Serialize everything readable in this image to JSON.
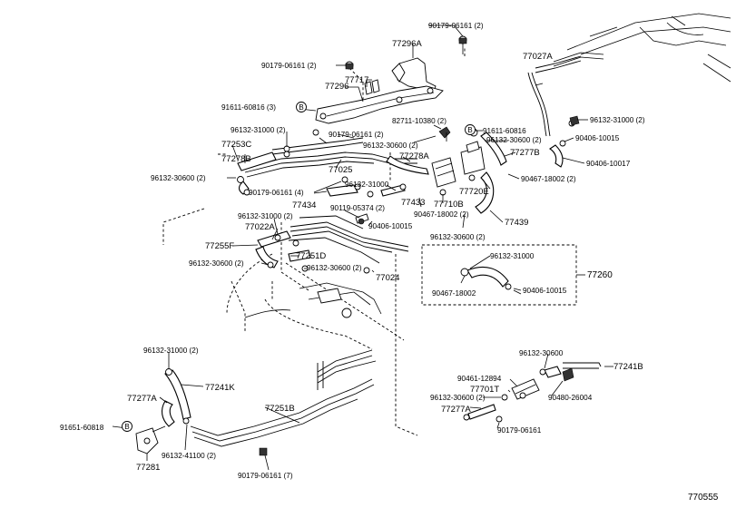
{
  "diagram_id": "770555",
  "labels": {
    "p90179_06161_2_top": "90179-06161 (2)",
    "p77296A": "77296A",
    "p90179_06161_2_left": "90179-06161 (2)",
    "p77717": "77717",
    "p77296": "77296",
    "p91611_60816_3": "91611-60816 (3)",
    "p96132_31000_2_a": "96132-31000 (2)",
    "p77253C": "77253C",
    "p77278B": "77278B",
    "p96132_30600_2_a": "96132-30600 (2)",
    "p90179_06161_2_mid": "90179-06161 (2)",
    "p77025": "77025",
    "p90179_06161_4": "90179-06161 (4)",
    "p77434": "77434",
    "p96132_31000_b": "96132-31000",
    "p90119_05374_2": "90119-05374 (2)",
    "p90406_10015_a": "90406-10015",
    "p96132_31000_2_b": "96132-31000 (2)",
    "p77022A": "77022A",
    "p77255F": "77255F",
    "p77251D": "77251D",
    "p96132_30600_2_b": "96132-30600 (2)",
    "p96132_30600_2_c": "96132-30600 (2)",
    "p77024": "77024",
    "p82711_10380_2": "82711-10380 (2)",
    "p96132_30600_2_d": "96132-30600 (2)",
    "p77278A": "77278A",
    "p91611_60816": "91611-60816",
    "p96132_30600_2_e": "96132-30600 (2)",
    "p77433": "77433",
    "p77710B": "77710B",
    "p90467_18002_2_a": "90467-18002 (2)",
    "p77720E": "77720E",
    "p77439": "77439",
    "p77027A": "77027A",
    "p96132_31000_2_c": "96132-31000 (2)",
    "p90406_10015_b": "90406-10015",
    "p90406_10017": "90406-10017",
    "p77277B": "77277B",
    "p90467_18002_2_b": "90467-18002 (2)",
    "p96132_30600_2_f": "96132-30600 (2)",
    "p96132_31000_c": "96132-31000",
    "p77260": "77260",
    "p90467_18002": "90467-18002",
    "p90406_10015_c": "90406-10015",
    "p96132_31000_2_d": "96132-31000 (2)",
    "p77241K": "77241K",
    "p77277A_left": "77277A",
    "p91651_60818": "91651-60818",
    "p77281": "77281",
    "p96132_41100_2": "96132-41100 (2)",
    "p77251B": "77251B",
    "p90179_06161_7": "90179-06161 (7)",
    "p96132_30600": "96132-30600",
    "p77241B": "77241B",
    "p90461_12894": "90461-12894",
    "p77701T": "77701T",
    "p96132_30600_2_g": "96132-30600 (2)",
    "p77277A_right": "77277A",
    "p90480_26004": "90480-26004",
    "p90179_06161": "90179-06161"
  },
  "markers": {
    "ref_b": "B"
  }
}
